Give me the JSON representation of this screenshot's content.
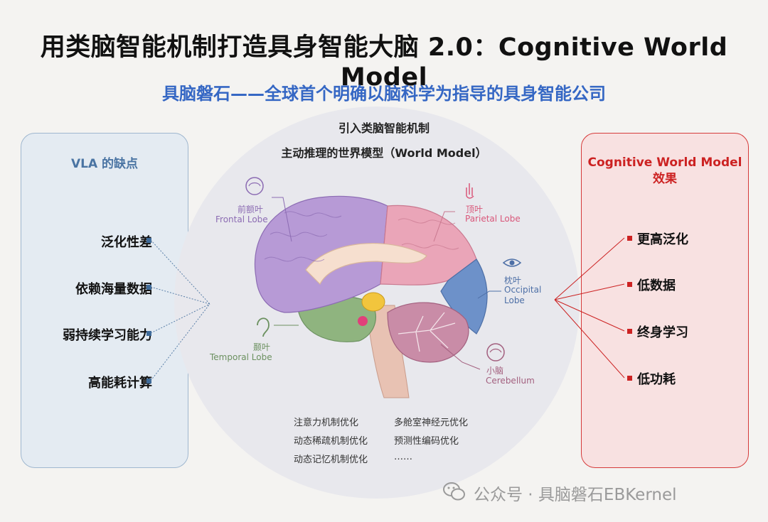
{
  "title": "用类脑智能机制打造具身智能大脑 2.0：Cognitive World Model",
  "subtitle": "具脑磐石——全球首个明确以脑科学为指导的具身智能公司",
  "center": {
    "heading1": "引入类脑智能机制",
    "heading2": "主动推理的世界模型（World Model）",
    "lobes": {
      "frontal": {
        "cn": "前额叶",
        "en": "Frontal Lobe"
      },
      "parietal": {
        "cn": "顶叶",
        "en": "Parietal Lobe"
      },
      "occipital": {
        "cn": "枕叶",
        "en1": "Occipital",
        "en2": "Lobe"
      },
      "temporal": {
        "cn": "颞叶",
        "en": "Temporal Lobe"
      },
      "cerebellum": {
        "cn": "小脑",
        "en": "Cerebellum"
      }
    },
    "optimizations": {
      "col1": [
        "注意力机制优化",
        "动态稀疏机制优化",
        "动态记忆机制优化"
      ],
      "col2": [
        "多舱室神经元优化",
        "预测性编码优化",
        "……"
      ]
    }
  },
  "left_panel": {
    "title": "VLA 的缺点",
    "items": [
      "泛化性差",
      "依赖海量数据",
      "弱持续学习能力",
      "高能耗计算"
    ]
  },
  "right_panel": {
    "title1": "Cognitive World Model",
    "title2": "效果",
    "items": [
      "更高泛化",
      "低数据",
      "终身学习",
      "低功耗"
    ]
  },
  "watermark": "公众号 · 具脑磐石EBKernel",
  "colors": {
    "frontal": "#b79ad6",
    "parietal": "#eaa5b8",
    "occipital": "#6d91c9",
    "temporal": "#8fb47f",
    "cerebellum": "#c98ca7",
    "accent_blue": "#3567c4",
    "accent_red": "#cc2222"
  }
}
